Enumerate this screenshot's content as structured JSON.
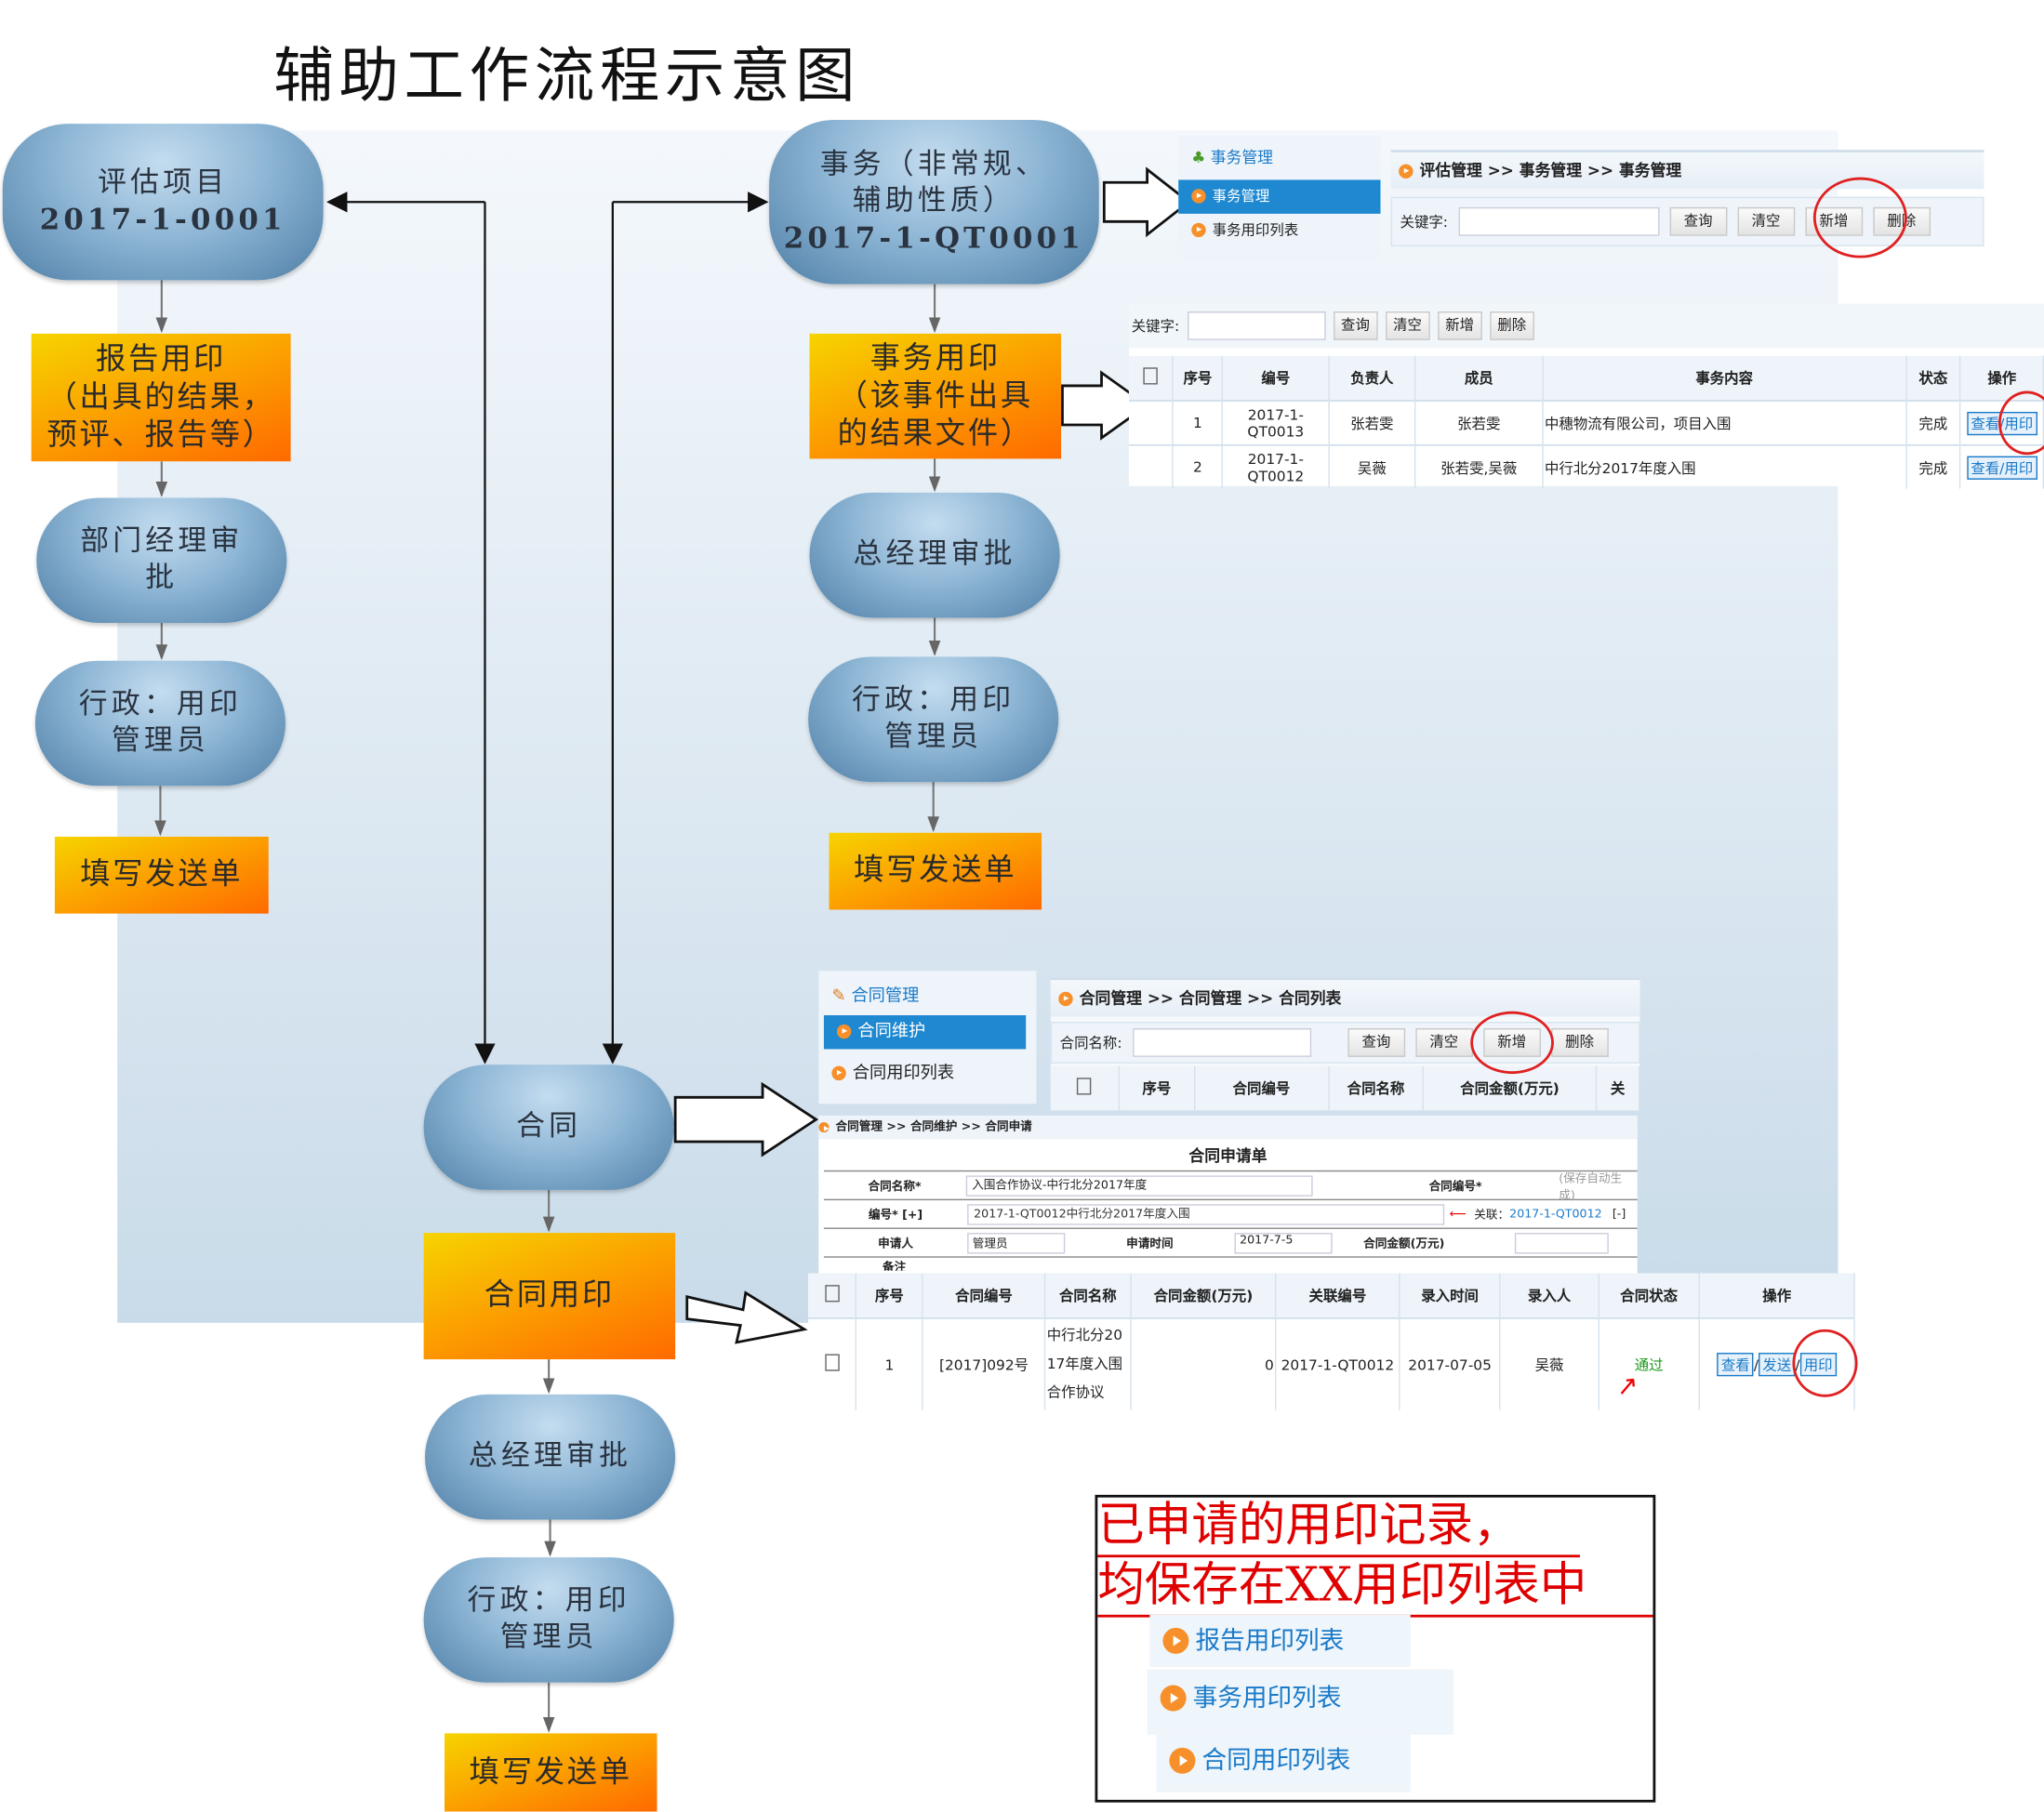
{
  "title": "辅助工作流程示意图",
  "colors": {
    "pill": "#8fb7d6",
    "orange": "#fba400",
    "accent_blue": "#1e88d0",
    "highlight_red": "#e02020"
  },
  "flow_assessment": {
    "start": [
      "评估项目",
      "2017-1-0001"
    ],
    "seal": [
      "报告用印",
      "（出具的结果，",
      "预评、报告等）"
    ],
    "approve": [
      "部门经理审",
      "批"
    ],
    "admin": [
      "行政：用印",
      "管理员"
    ],
    "send": "填写发送单"
  },
  "flow_affair": {
    "start": [
      "事务（非常规、",
      "辅助性质）",
      "2017-1-QT0001"
    ],
    "seal": [
      "事务用印",
      "（该事件出具",
      "的结果文件）"
    ],
    "approve": "总经理审批",
    "admin": [
      "行政：用印",
      "管理员"
    ],
    "send": "填写发送单"
  },
  "flow_contract": {
    "start": "合同",
    "seal": "合同用印",
    "approve": "总经理审批",
    "admin": [
      "行政：用印",
      "管理员"
    ],
    "send": "填写发送单"
  },
  "affair_menu": {
    "header": "事务管理",
    "items": [
      "事务管理",
      "事务用印列表"
    ],
    "active": 0
  },
  "affair_page": {
    "breadcrumb": "评估管理 >> 事务管理 >> 事务管理",
    "keyword_label": "关键字:",
    "buttons": [
      "查询",
      "清空",
      "新增",
      "删除"
    ]
  },
  "affair_table": {
    "keyword_label": "关键字:",
    "buttons": [
      "查询",
      "清空",
      "新增",
      "删除"
    ],
    "columns": [
      "",
      "序号",
      "编号",
      "负责人",
      "成员",
      "事务内容",
      "状态",
      "操作"
    ],
    "rows": [
      [
        "",
        "1",
        "2017-1-QT0013",
        "张若雯",
        "张若雯",
        "中穗物流有限公司，项目入围",
        "完成",
        "查看/用印"
      ],
      [
        "",
        "2",
        "2017-1-QT0012",
        "吴薇",
        "张若雯,吴薇",
        "中行北分2017年度入围",
        "完成",
        "查看/用印"
      ]
    ]
  },
  "contract_menu": {
    "header": "合同管理",
    "items": [
      "合同维护",
      "合同用印列表"
    ],
    "active": 0
  },
  "contract_list": {
    "breadcrumb": "合同管理 >> 合同管理 >> 合同列表",
    "name_label": "合同名称:",
    "buttons": [
      "查询",
      "清空",
      "新增",
      "删除"
    ],
    "columns": [
      "",
      "序号",
      "合同编号",
      "合同名称",
      "合同金额(万元)",
      "关"
    ]
  },
  "contract_form": {
    "breadcrumb": "合同管理 >> 合同维护 >> 合同申请",
    "heading": "合同申请单",
    "name_label": "合同名称*",
    "name_value": "入围合作协议-中行北分2017年度",
    "code_label": "合同编号*",
    "code_value": "(保存自动生成)",
    "num_label": "编号* [+]",
    "num_value": "2017-1-QT0012中行北分2017年度入围",
    "link_label": "关联：",
    "link_value": "2017-1-QT0012",
    "link_remove": "[-]",
    "applicant_label": "申请人",
    "applicant_value": "管理员",
    "date_label": "申请时间",
    "date_value": "2017-7-5",
    "amount_label": "合同金额(万元)",
    "remark_label": "备注"
  },
  "contract_table": {
    "columns": [
      "",
      "序号",
      "合同编号",
      "合同名称",
      "合同金额(万元)",
      "关联编号",
      "录入时间",
      "录入人",
      "合同状态",
      "操作"
    ],
    "rows": [
      [
        "",
        "1",
        "[2017]092号",
        "中行北分20 17年度入围 合作协议",
        "0",
        "2017-1-QT0012",
        "2017-07-05",
        "吴薇",
        "通过",
        "查看/发送/用印"
      ]
    ]
  },
  "legend": {
    "line1": "已申请的用印记录，",
    "line2": "均保存在XX用印列表中",
    "items": [
      "报告用印列表",
      "事务用印列表",
      "合同用印列表"
    ]
  }
}
